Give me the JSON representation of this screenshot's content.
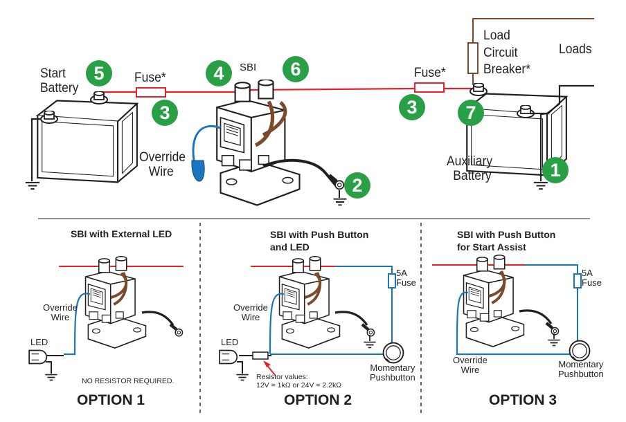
{
  "top": {
    "start_battery": [
      "Start",
      "Battery"
    ],
    "aux_battery": [
      "Auxiliary",
      "Battery"
    ],
    "override_wire": [
      "Override",
      "Wire"
    ],
    "load_breaker": [
      "Load",
      "Circuit",
      "Breaker*"
    ],
    "loads": "Loads",
    "fuse_left": "Fuse*",
    "fuse_right": "Fuse*",
    "sbi": "SBI",
    "badges": {
      "b1": "1",
      "b2": "2",
      "b3a": "3",
      "b3b": "3",
      "b4": "4",
      "b5": "5",
      "b6": "6",
      "b7": "7"
    }
  },
  "options": {
    "o1": {
      "heading": "SBI with External LED",
      "override": [
        "Override",
        "Wire"
      ],
      "led": "LED",
      "note": "NO RESISTOR REQUIRED.",
      "title": "OPTION 1"
    },
    "o2": {
      "heading": [
        "SBI with Push Button",
        "and LED"
      ],
      "override": [
        "Override",
        "Wire"
      ],
      "led": "LED",
      "fuse": [
        "5A",
        "Fuse"
      ],
      "button": [
        "Momentary",
        "Pushbutton"
      ],
      "resistor": [
        "Resistor values:",
        "12V = 1kΩ or 24V = 2.2kΩ"
      ],
      "title": "OPTION 2"
    },
    "o3": {
      "heading": [
        "SBI with Push Button",
        "for Start Assist"
      ],
      "override": [
        "Override",
        "Wire"
      ],
      "fuse": [
        "5A",
        "Fuse"
      ],
      "button": [
        "Momentary",
        "Pushbutton"
      ],
      "title": "OPTION 3"
    }
  },
  "colors": {
    "positive": "#e8202a",
    "override": "#1b75bc",
    "green": "#2aa046",
    "brown": "#7b4a2a",
    "black": "#231f20"
  }
}
